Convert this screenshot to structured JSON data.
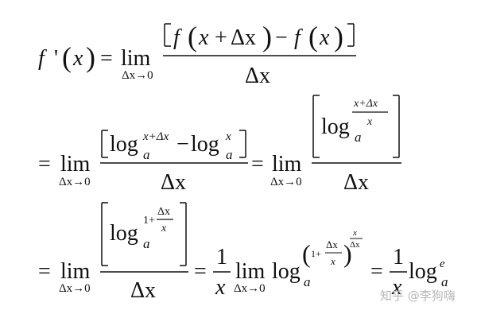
{
  "derivation": {
    "line1": {
      "f": "f",
      "prime": "'",
      "x": "x",
      "eq": "=",
      "lim": "lim",
      "limsub": "Δx→0",
      "num_f1": "f",
      "num_x": "x",
      "num_plus": "+",
      "num_dx": "Δx",
      "num_minus": "−",
      "num_f2": "f",
      "num_x2": "x",
      "den": "Δx"
    },
    "line2": {
      "eq": "=",
      "lim": "lim",
      "limsub": "Δx→0",
      "log1": "log",
      "base1": "a",
      "sup1": "x+Δx",
      "minus": "−",
      "log2": "log",
      "base2": "a",
      "sup2": "x",
      "den": "Δx",
      "eq2": "=",
      "lim2": "lim",
      "limsub2": "Δx→0",
      "log3": "log",
      "base3": "a",
      "frac_num": "x+Δx",
      "frac_den": "x",
      "den2": "Δx"
    },
    "line3": {
      "eq": "=",
      "lim": "lim",
      "limsub": "Δx→0",
      "log1": "log",
      "base1": "a",
      "one_plus": "1+",
      "frac_num": "Δx",
      "frac_den": "x",
      "den": "Δx",
      "eq2": "=",
      "one": "1",
      "xden": "x",
      "lim2": "lim",
      "limsub2": "Δx→0",
      "log2": "log",
      "base2": "a",
      "one_plus2": "1+",
      "frac2_num": "Δx",
      "frac2_den": "x",
      "exp_num": "x",
      "exp_den": "Δx",
      "eq3": "=",
      "one2": "1",
      "xden2": "x",
      "log3": "log",
      "base3": "a",
      "sup3": "e"
    }
  },
  "watermark": "知乎 @李狗嗨"
}
